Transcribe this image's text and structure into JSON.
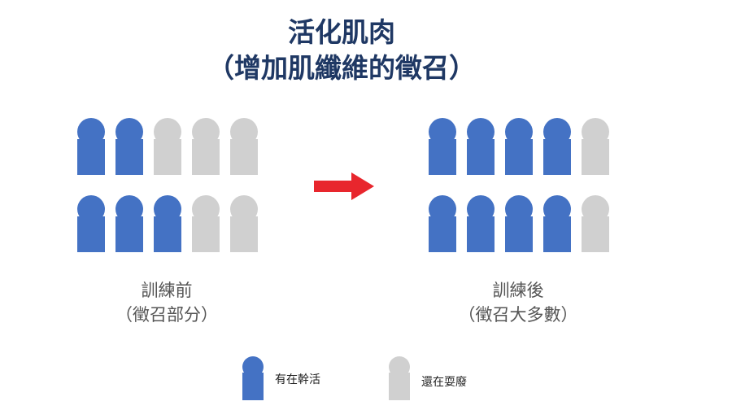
{
  "title": {
    "line1": "活化肌肉",
    "line2": "（增加肌纖維的徵召）"
  },
  "before": {
    "caption_line1": "訓練前",
    "caption_line2": "（徵召部分）",
    "row1": [
      true,
      true,
      false,
      false,
      false
    ],
    "row2": [
      true,
      true,
      true,
      false,
      false
    ]
  },
  "after": {
    "caption_line1": "訓練後",
    "caption_line2": "（徵召大多數）",
    "row1": [
      true,
      true,
      true,
      true,
      false
    ],
    "row2": [
      true,
      true,
      true,
      true,
      false
    ]
  },
  "legend": {
    "active_label": "有在幹活",
    "idle_label": "還在耍廢"
  },
  "colors": {
    "active": "#4472c4",
    "idle": "#d0d0d0",
    "arrow": "#e8262d",
    "title": "#1f3864"
  }
}
